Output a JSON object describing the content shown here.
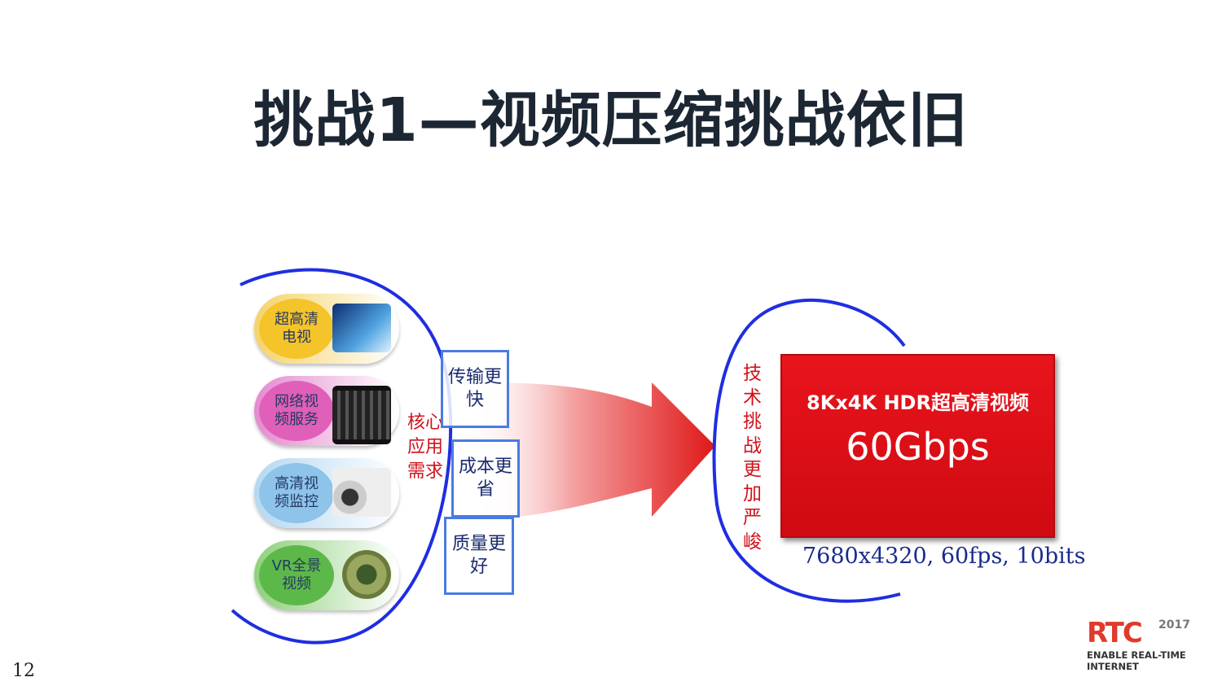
{
  "title": "挑战1—视频压缩挑战依旧",
  "applications": [
    {
      "label": "超高清\n电视",
      "color": "#f5c32a"
    },
    {
      "label": "网络视\n频服务",
      "color": "#e05fb8"
    },
    {
      "label": "高清视\n频监控",
      "color": "#8ec3ea"
    },
    {
      "label": "VR全景\n视频",
      "color": "#5db84a"
    }
  ],
  "core_label": "核心\n应用\n需求",
  "requirements": [
    "传输更\n快",
    "成本更\n省",
    "质量更\n好"
  ],
  "challenge_label": "技\n术\n挑\n战\n更\n加\n严\n峻",
  "video": {
    "name": "8Kx4K HDR超高清视频",
    "bitrate": "60Gbps",
    "spec": "7680x4320, 60fps, 10bits"
  },
  "page_number": "12",
  "logo": {
    "text": "RTC",
    "year": "2017",
    "tagline1": "ENABLE REAL-TIME",
    "tagline2": "INTERNET"
  }
}
